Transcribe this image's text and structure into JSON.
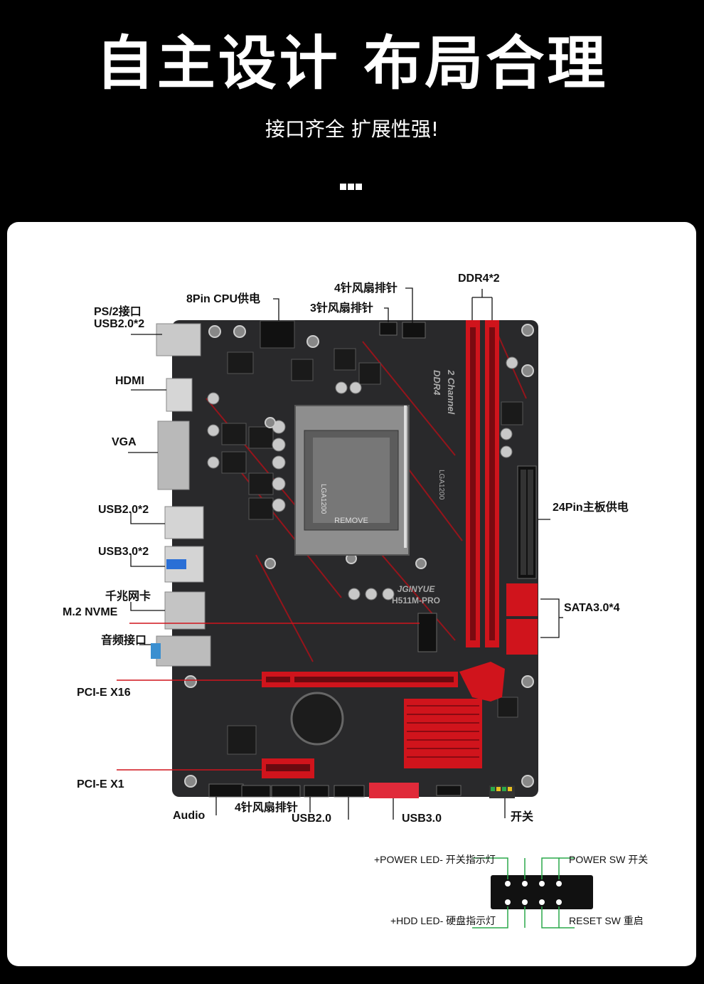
{
  "header": {
    "title": "自主设计 布局合理",
    "subtitle": "接口齐全 扩展性强!"
  },
  "board": {
    "brand": "JGINYUE",
    "model": "H511M-PRO",
    "ddr_text_1": "DDR4",
    "ddr_text_2": "2 Channel",
    "socket_text": "LGA1200",
    "socket_side": "LGA1200",
    "remove_text": "REMOVE"
  },
  "labels": {
    "ps2_line1": "PS/2接口",
    "ps2_line2": "USB2.0*2",
    "hdmi": "HDMI",
    "vga": "VGA",
    "usb20": "USB2.0*2",
    "usb30": "USB3.0*2",
    "lan": "千兆网卡",
    "m2": "M.2 NVME",
    "audio_jack": "音频接口",
    "pcie16": "PCI-E X16",
    "pcie1": "PCI-E X1",
    "cpu8pin": "8Pin CPU供电",
    "fan4_top": "4针风扇排针",
    "fan3_top": "3针风扇排针",
    "ddr4": "DDR4*2",
    "atx24": "24Pin主板供电",
    "sata": "SATA3.0*4",
    "audio_hdr": "Audio",
    "fan4_bottom": "4针风扇排针",
    "usb20_hdr": "USB2.0",
    "usb30_hdr": "USB3.0",
    "switch": "开关"
  },
  "panel": {
    "power_led": "+POWER LED- 开关指示灯",
    "power_sw": "POWER SW 开关",
    "hdd_led": "+HDD LED- 硬盘指示灯",
    "reset_sw": "RESET SW 重启"
  },
  "colors": {
    "red": "#d0141c",
    "pcb": "#2a2a2c",
    "green_line": "#2aa84a"
  }
}
